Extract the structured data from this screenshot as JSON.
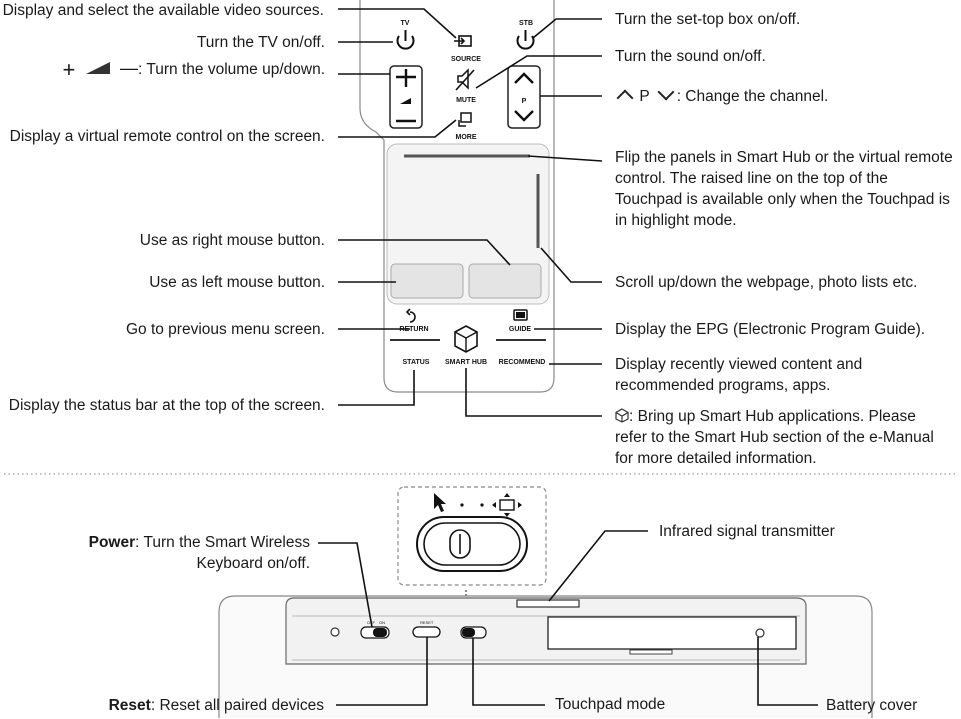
{
  "remote": {
    "tv_label": "TV",
    "stb_label": "STB",
    "source_label": "SOURCE",
    "mute_label": "MUTE",
    "more_label": "MORE",
    "channel_label": "P",
    "return_label": "RETURN",
    "guide_label": "GUIDE",
    "status_label": "STATUS",
    "smarthub_label": "SMART HUB",
    "recommend_label": "RECOMMEND"
  },
  "left_labels": {
    "source": "Display and select the available video sources.",
    "tv_power": "Turn the TV on/off.",
    "volume_suffix": ": Turn the volume up/down.",
    "more": "Display a virtual remote control on the screen.",
    "right_mouse": "Use as right mouse button.",
    "left_mouse": "Use as left mouse button.",
    "return": "Go to previous menu screen.",
    "status": "Display the status bar at the top of the screen."
  },
  "right_labels": {
    "stb_power": "Turn the set-top box on/off.",
    "mute": "Turn the sound on/off.",
    "channel_mid": "P",
    "channel_suffix": ": Change the channel.",
    "flip": "Flip the panels in Smart Hub or the virtual remote control. The raised line on the top of the Touchpad is available only when the Touchpad is in highlight mode.",
    "scroll": "Scroll up/down the webpage, photo lists etc.",
    "guide": "Display the EPG (Electronic Program Guide).",
    "recommend": "Display recently viewed content and recommended programs, apps.",
    "smarthub": ": Bring up Smart Hub applications. Please refer to the Smart Hub section of the e-Manual for more detailed information."
  },
  "keyboard": {
    "power_title": "Power",
    "power_desc": ": Turn the Smart Wireless Keyboard on/off.",
    "ir": "Infrared signal transmitter",
    "reset_title": "Reset",
    "reset_desc": ": Reset all paired devices",
    "touchpad_mode": "Touchpad mode",
    "battery": "Battery cover",
    "switch_off": "OFF",
    "switch_on": "ON",
    "reset_button": "RESET"
  },
  "icons": [
    "power-icon",
    "source-icon",
    "mute-icon",
    "more-icon",
    "chevron-up-icon",
    "chevron-down-icon",
    "return-icon",
    "guide-icon",
    "smarthub-cube-icon",
    "cursor-arrow-icon",
    "highlight-move-icon"
  ]
}
